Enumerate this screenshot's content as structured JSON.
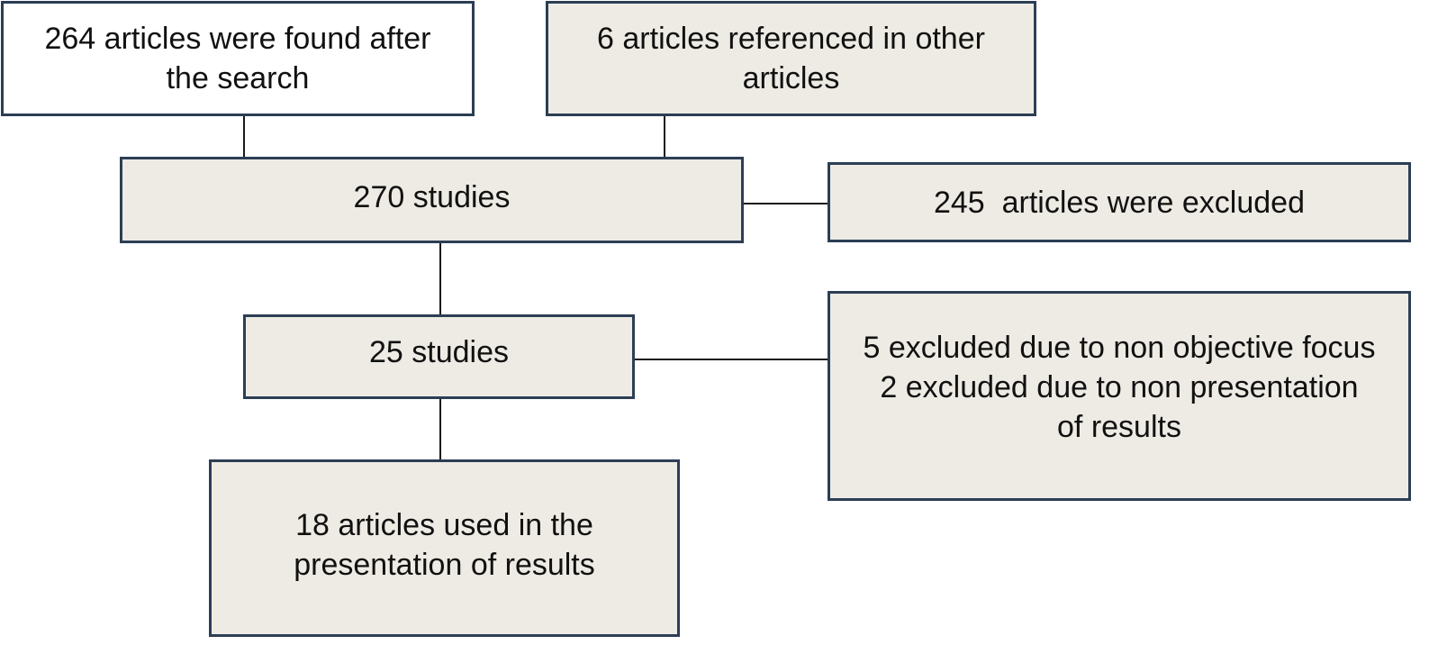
{
  "diagram": {
    "boxes": {
      "search": {
        "text": "264 articles were found after the search"
      },
      "referenced": {
        "text": "6 articles referenced in other articles"
      },
      "studies_270": {
        "text": "270 studies"
      },
      "excluded_245": {
        "text": "245  articles were excluded"
      },
      "studies_25": {
        "text": "25 studies"
      },
      "excluded_reasons": {
        "line1": "5 excluded due to non objective focus",
        "line2": "2 excluded due to non presentation",
        "line3": "of results"
      },
      "final": {
        "text": "18 articles used in the presentation of results"
      }
    },
    "colors": {
      "box_fill": "#edebe3",
      "box_fill_first": "#ffffff",
      "box_border": "#2c3e55",
      "connector": "#1a1a1a"
    }
  }
}
